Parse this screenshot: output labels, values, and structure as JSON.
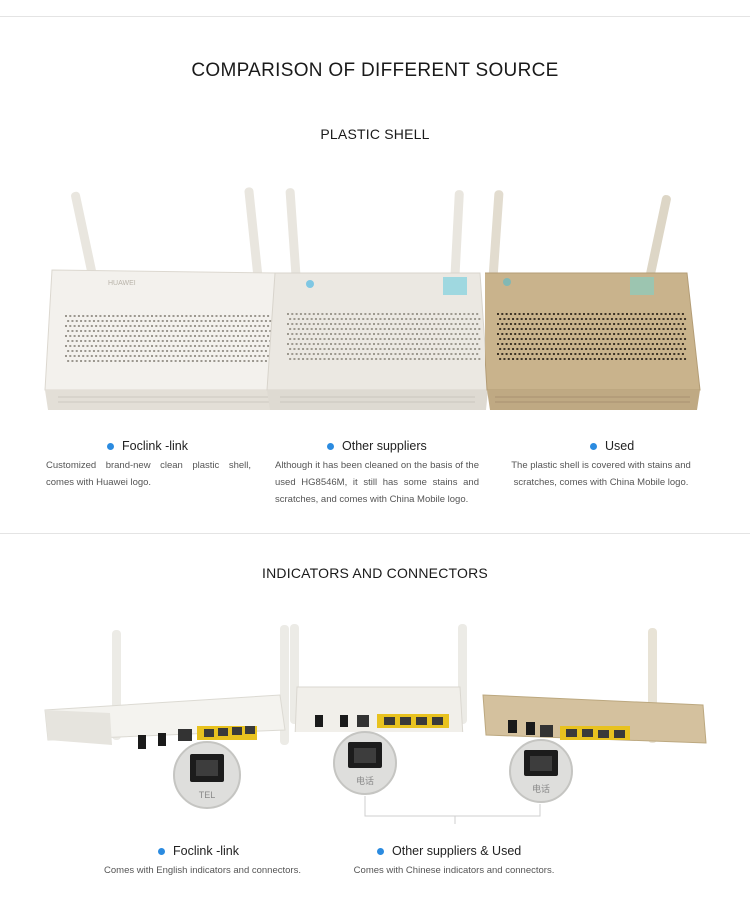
{
  "page": {
    "title": "COMPARISON OF DIFFERENT SOURCE"
  },
  "plastic_shell": {
    "title": "PLASTIC SHELL",
    "items": [
      {
        "heading": "Foclink -link",
        "text": "Customized brand-new clean plastic shell, comes with Huawei logo.",
        "shell_color": "#f3f1ed"
      },
      {
        "heading": "Other suppliers",
        "text": "Although it has been cleaned on the basis of the used HG8546M, it still has some stains and scratches, and comes with China Mobile logo.",
        "shell_color": "#ebe8e2"
      },
      {
        "heading": "Used",
        "text": "The plastic shell is covered with stains and scratches, comes with China Mobile logo.",
        "shell_color": "#c9b38c"
      }
    ]
  },
  "indicators": {
    "title": "INDICATORS AND CONNECTORS",
    "items": [
      {
        "heading": "Foclink -link",
        "text": "Comes with English indicators and connectors.",
        "port_label": "TEL"
      },
      {
        "heading": "Other suppliers & Used",
        "text": "Comes with Chinese indicators and connectors.",
        "port_labels": [
          "电话",
          "电话"
        ]
      }
    ]
  },
  "colors": {
    "accent_dot": "#2b8be0",
    "lan_port_yellow": "#e8c21f"
  }
}
